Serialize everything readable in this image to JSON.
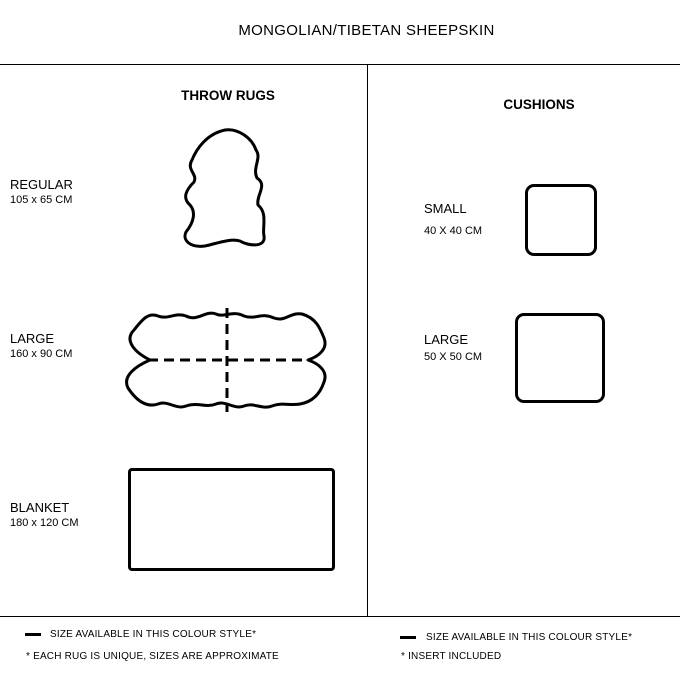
{
  "title": "MONGOLIAN/TIBETAN  SHEEPSKIN",
  "throw_rugs": {
    "heading": "THROW RUGS",
    "items": [
      {
        "name": "REGULAR",
        "size": "105 x  65 CM"
      },
      {
        "name": "LARGE",
        "size": "160 x  90 CM"
      },
      {
        "name": "BLANKET",
        "size": "180 x  120 CM"
      }
    ],
    "legend": "SIZE  AVAILABLE IN  THIS  COLOUR STYLE*",
    "footnote": "* EACH RUG IS UNIQUE,  SIZES ARE APPROXIMATE"
  },
  "cushions": {
    "heading": "CUSHIONS",
    "items": [
      {
        "name": "SMALL",
        "size": "40  X  40  CM"
      },
      {
        "name": "LARGE",
        "size": "50  X  50  CM"
      }
    ],
    "legend": "SIZE  AVAILABLE  IN  THIS  COLOUR  STYLE*",
    "footnote": "* INSERT  INCLUDED"
  }
}
